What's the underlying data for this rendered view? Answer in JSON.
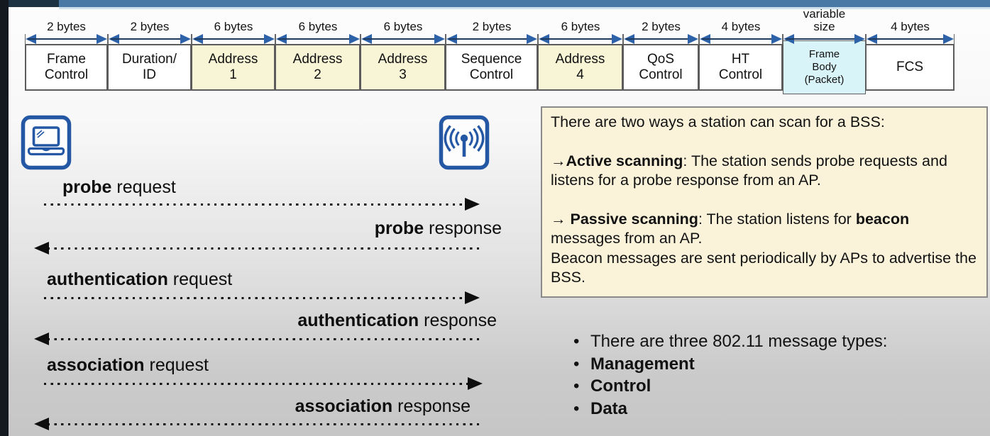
{
  "frame_format": {
    "fields": [
      {
        "size": "2 bytes",
        "name": "Frame\nControl"
      },
      {
        "size": "2 bytes",
        "name": "Duration/\nID"
      },
      {
        "size": "6 bytes",
        "name": "Address\n1"
      },
      {
        "size": "6 bytes",
        "name": "Address\n2"
      },
      {
        "size": "6 bytes",
        "name": "Address\n3"
      },
      {
        "size": "2 bytes",
        "name": "Sequence\nControl"
      },
      {
        "size": "6 bytes",
        "name": "Address\n4"
      },
      {
        "size": "2 bytes",
        "name": "QoS\nControl"
      },
      {
        "size": "4 bytes",
        "name": "HT\nControl"
      },
      {
        "size": "variable\nsize",
        "name": "Frame\nBody\n(Packet)"
      },
      {
        "size": "4 bytes",
        "name": "FCS"
      }
    ],
    "colors": {
      "address_fill": "#f7f5d6",
      "frame_body_fill": "#d9f4f8",
      "default_fill": "#ffffff",
      "arrowhead_blue": "#2d61a8"
    }
  },
  "handshake": {
    "station_icon": "laptop-icon",
    "ap_icon": "wifi-antenna-icon",
    "messages": [
      {
        "keyword": "probe",
        "rest": " request",
        "direction": "station-to-ap"
      },
      {
        "keyword": "probe",
        "rest": " response",
        "direction": "ap-to-station"
      },
      {
        "keyword": "authentication",
        "rest": " request",
        "direction": "station-to-ap"
      },
      {
        "keyword": "authentication",
        "rest": " response",
        "direction": "ap-to-station"
      },
      {
        "keyword": "association",
        "rest": " request",
        "direction": "station-to-ap"
      },
      {
        "keyword": "association",
        "rest": " response",
        "direction": "ap-to-station"
      }
    ]
  },
  "scan_info_box": {
    "intro": "There are two ways a station can scan for a BSS:",
    "active": {
      "arrow": "→",
      "term": "Active scanning",
      "text": ": The station sends probe requests and listens for a probe response from an AP."
    },
    "passive": {
      "arrow": "→ ",
      "term": "Passive scanning",
      "text1": ": The station listens for ",
      "term2": "beacon",
      "text2": " messages from an AP.",
      "text3": "Beacon messages are sent periodically by APs to advertise the BSS."
    }
  },
  "message_types": {
    "bullet": "•",
    "items": [
      {
        "text": "There are three 802.11 message types:",
        "bold": false
      },
      {
        "text": "Management",
        "bold": true
      },
      {
        "text": "Control",
        "bold": true
      },
      {
        "text": "Data",
        "bold": true
      }
    ]
  }
}
